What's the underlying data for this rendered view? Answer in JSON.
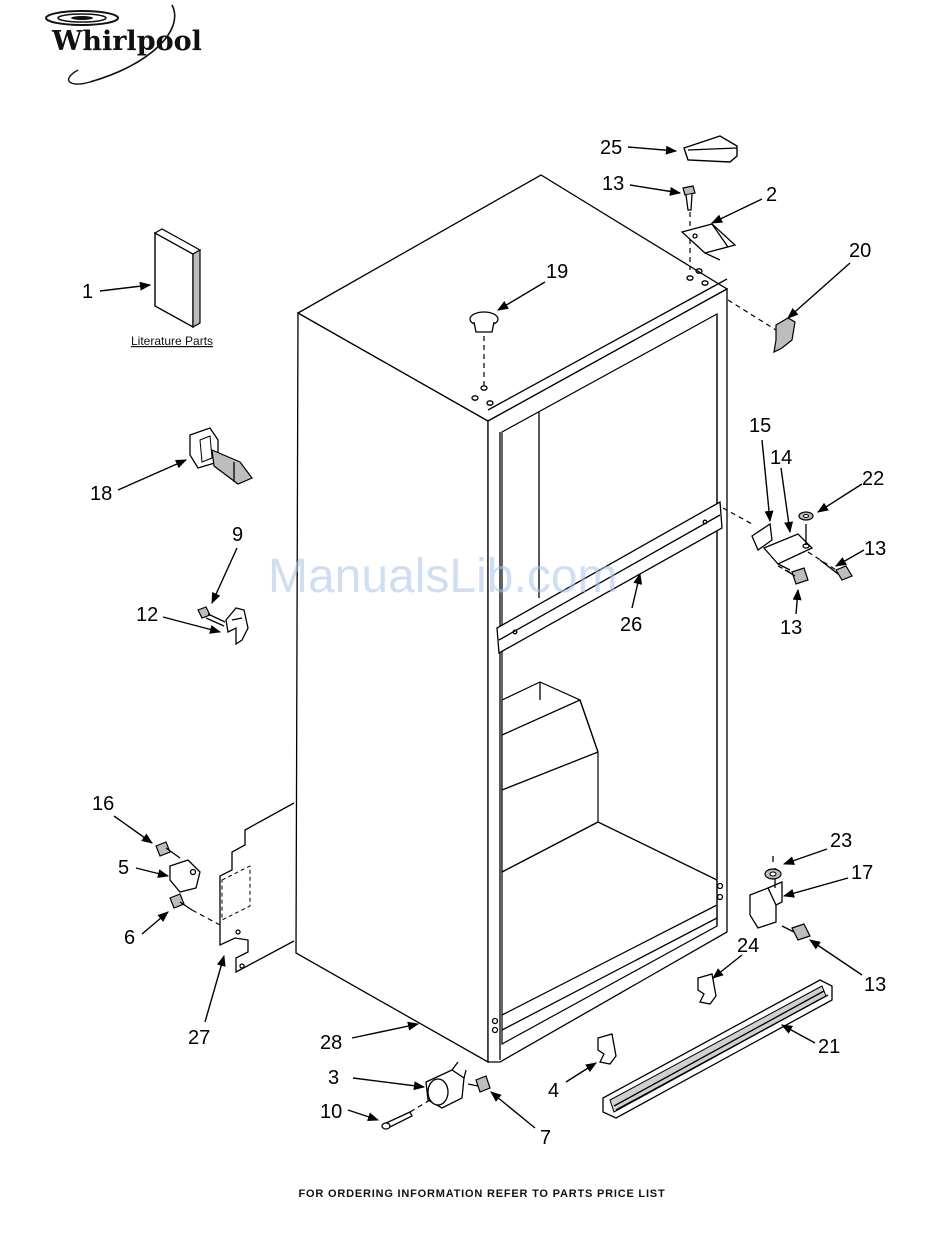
{
  "brand": {
    "name": "Whirlpool"
  },
  "watermark": "ManualsLib.com",
  "literature_label": "Literature Parts",
  "footer": "FOR ORDERING INFORMATION REFER TO PARTS PRICE LIST",
  "callouts": {
    "c1": "1",
    "c2": "2",
    "c3": "3",
    "c4": "4",
    "c5": "5",
    "c6": "6",
    "c7": "7",
    "c9": "9",
    "c10": "10",
    "c12": "12",
    "c13a": "13",
    "c13b": "13",
    "c13c": "13",
    "c13d": "13",
    "c14": "14",
    "c15": "15",
    "c16": "16",
    "c17": "17",
    "c18": "18",
    "c19": "19",
    "c20": "20",
    "c21": "21",
    "c22": "22",
    "c23": "23",
    "c24": "24",
    "c25": "25",
    "c26": "26",
    "c27": "27",
    "c28": "28"
  }
}
